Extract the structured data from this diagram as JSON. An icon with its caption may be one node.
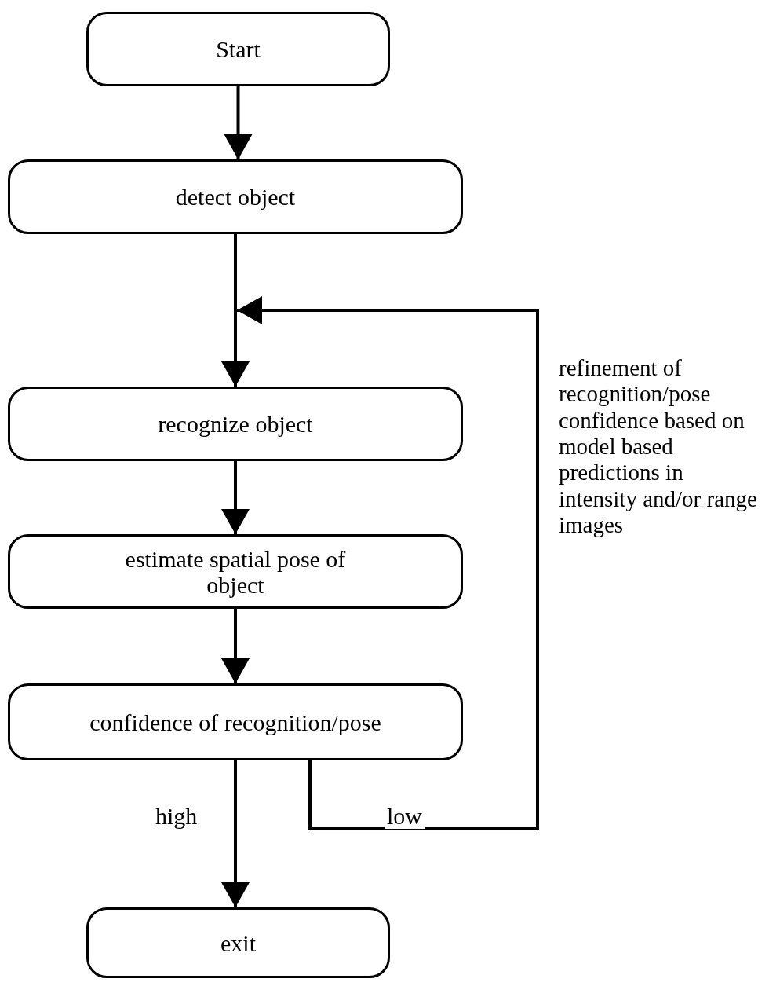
{
  "diagram": {
    "nodes": [
      {
        "text": [
          "Start"
        ]
      },
      {
        "text": [
          "detect object"
        ]
      },
      {
        "text": [
          "recognize object"
        ]
      },
      {
        "text": [
          "estimate spatial pose of object"
        ]
      },
      {
        "text": [
          "confidence of recognition/pose"
        ]
      },
      {
        "text": [
          "exit"
        ]
      }
    ],
    "edges": [
      {
        "from": 0,
        "to": 1,
        "arrow": "to"
      },
      {
        "from": 1,
        "to": 2,
        "arrow": "to"
      },
      {
        "from": 2,
        "to": 3,
        "arrow": "to"
      },
      {
        "from": 3,
        "to": 4,
        "arrow": "to"
      },
      {
        "from": 4,
        "to": 5,
        "arrow": "to",
        "label": "high"
      },
      {
        "from": 4,
        "to": 2,
        "arrow": "to",
        "label": "low"
      }
    ],
    "labels": [
      "refinement of recognition/pose confidence based on model based predictions in intensity and/or range images"
    ]
  }
}
